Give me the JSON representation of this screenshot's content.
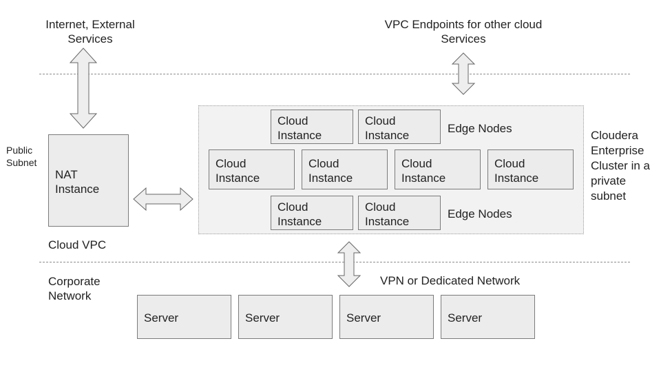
{
  "labels": {
    "internet_line1": "Internet, External",
    "internet_line2": "Services",
    "vpc_endpoints_line1": "VPC Endpoints for other cloud",
    "vpc_endpoints_line2": "Services",
    "public_subnet_line1": "Public",
    "public_subnet_line2": "Subnet",
    "nat_line1": "NAT",
    "nat_line2": "Instance",
    "cloud_vpc": "Cloud VPC",
    "edge_nodes_top": "Edge Nodes",
    "edge_nodes_bottom": "Edge Nodes",
    "cluster_line1": "Cloudera",
    "cluster_line2": "Enterprise",
    "cluster_line3": "Cluster in a",
    "cluster_line4": "private",
    "cluster_line5": "subnet",
    "corporate_line1": "Corporate",
    "corporate_line2": "Network",
    "vpn": "VPN or Dedicated Network"
  },
  "cloud_instance": {
    "line1": "Cloud",
    "line2": "Instance"
  },
  "servers": [
    "Server",
    "Server",
    "Server",
    "Server"
  ],
  "colors": {
    "box_fill": "#ececec",
    "box_border": "#7a7a7a",
    "cluster_fill": "#f2f2f2",
    "arrow_fill": "#eeeeee",
    "arrow_stroke": "#666666"
  }
}
